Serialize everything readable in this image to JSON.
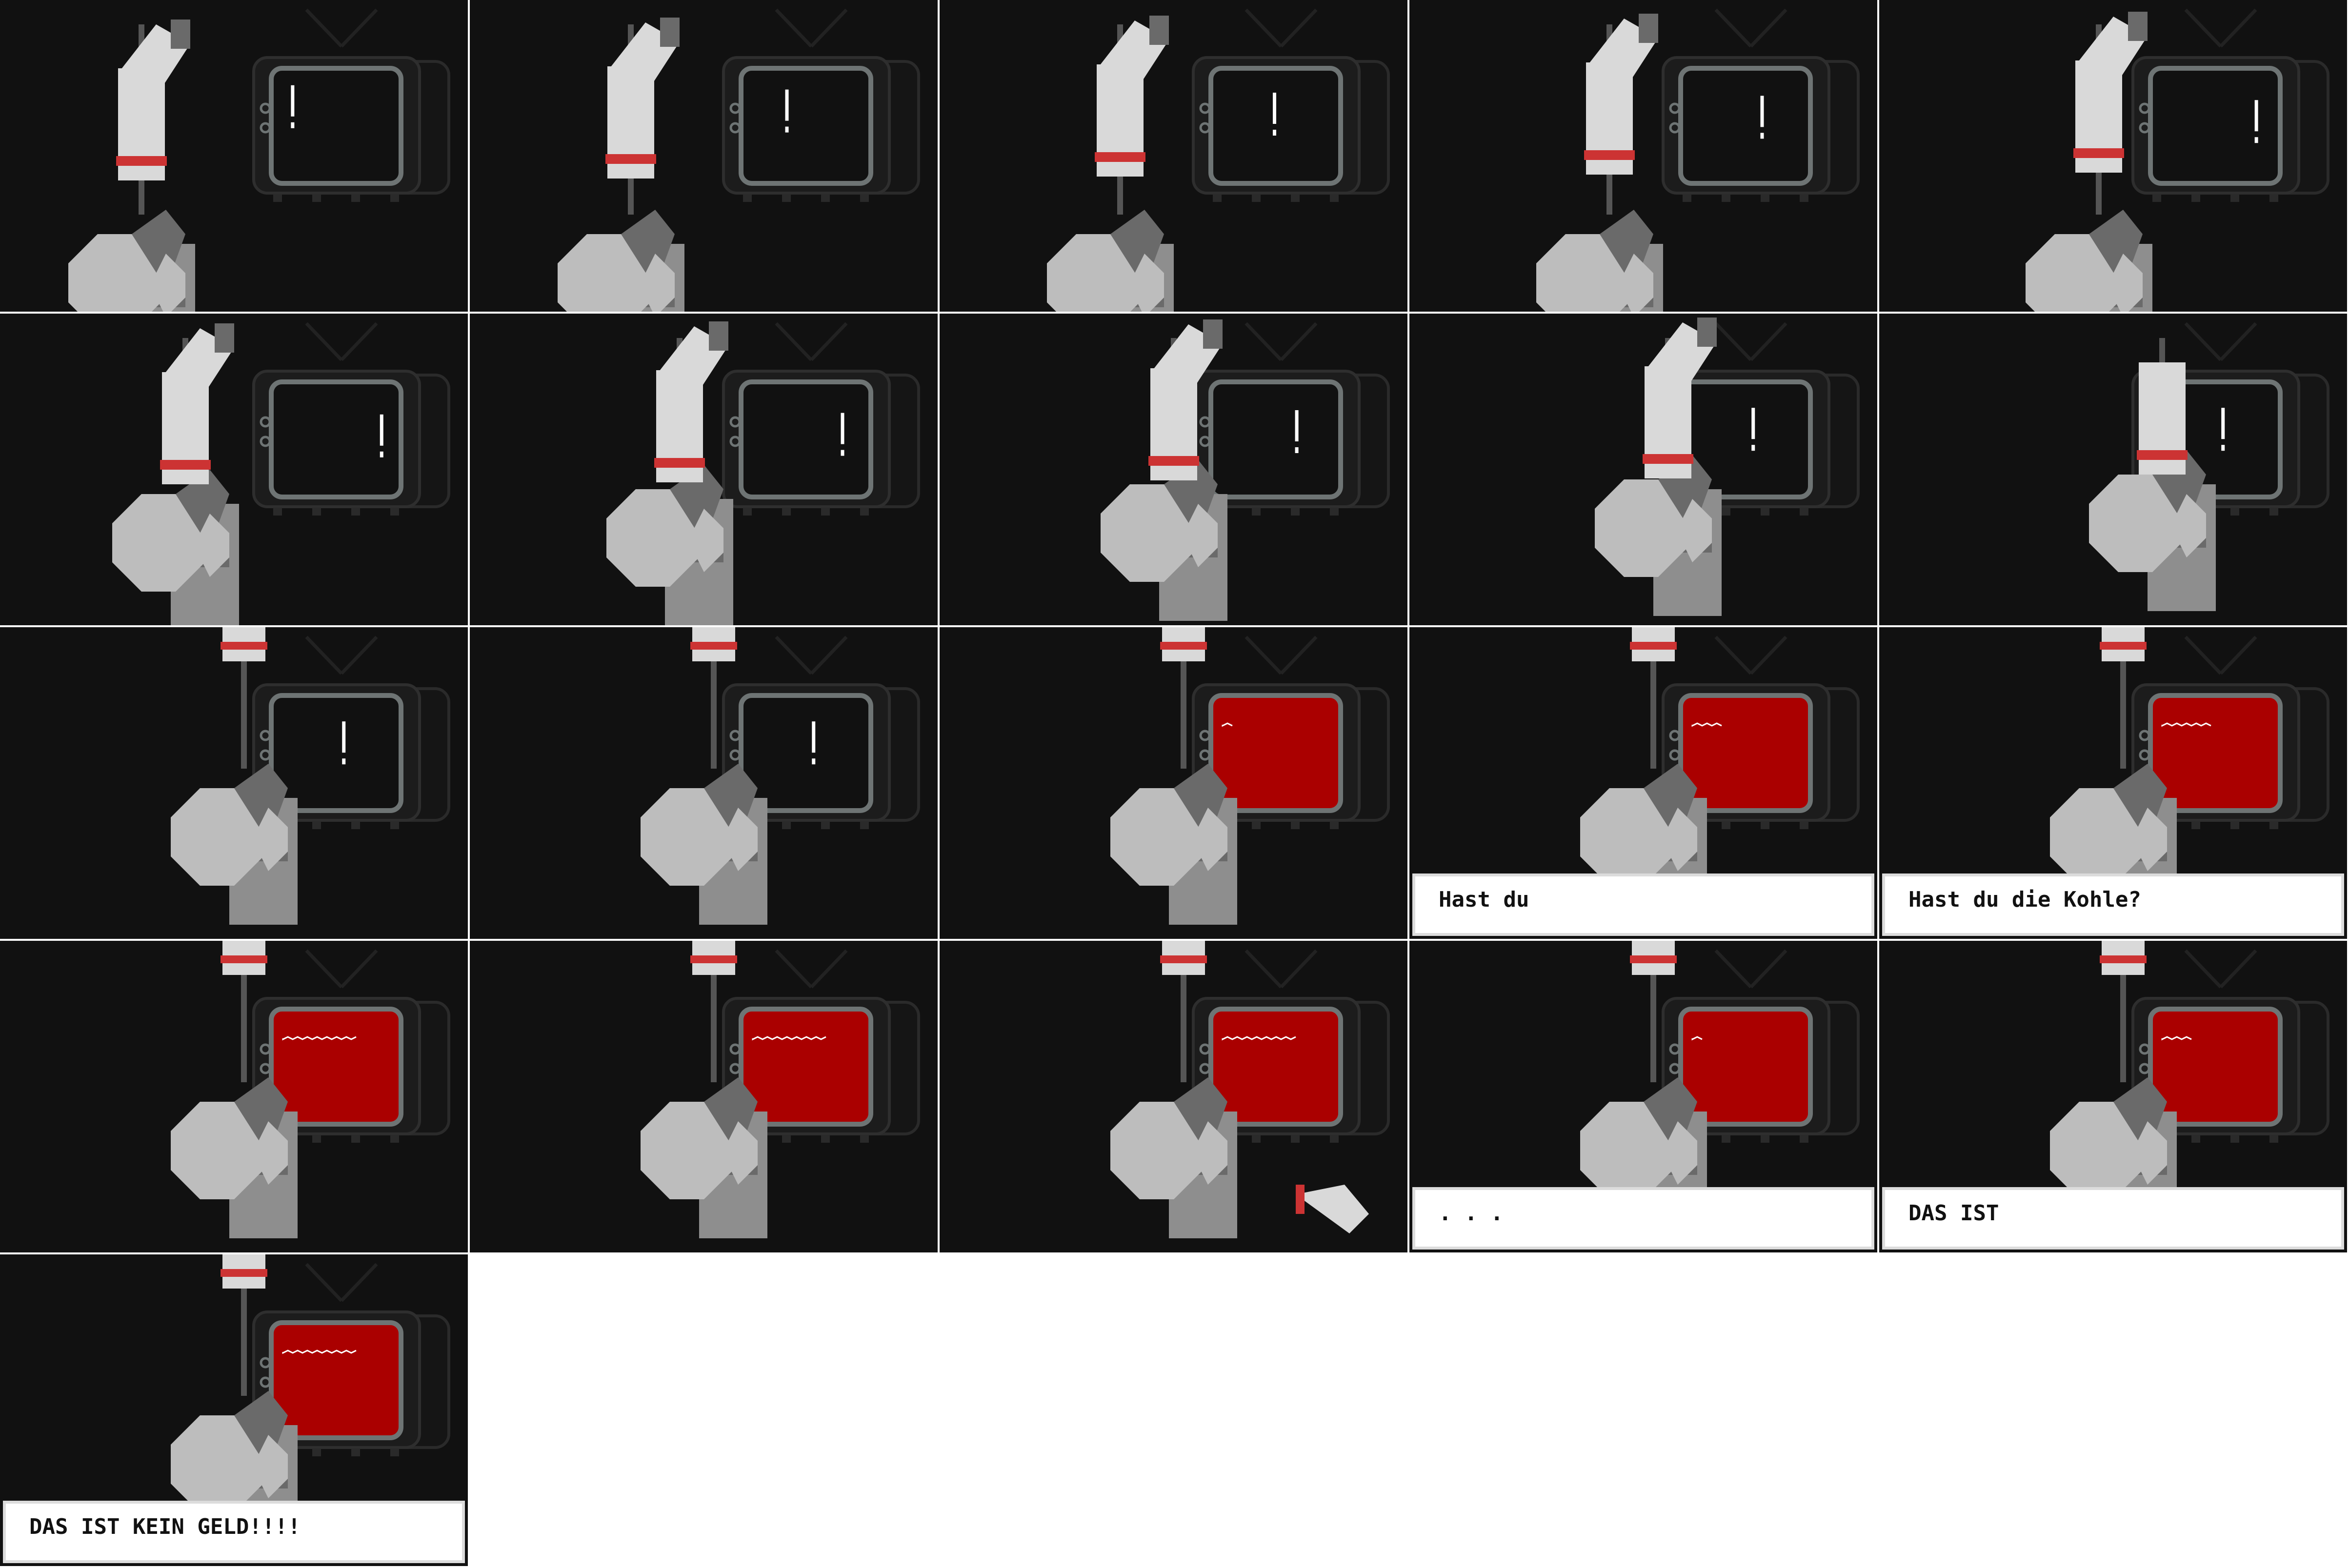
{
  "sheet": {
    "columns": 5,
    "rows": 5,
    "colors": {
      "background": "#111111",
      "tv_body": "#1c1c1c",
      "tv_back": "#151515",
      "tv_frame": "#6e7474",
      "tv_screen_off": "#111111",
      "tv_screen_on": "#aa0000",
      "exclamation": "#ffffff",
      "robot_light": "#bdbdbd",
      "robot_mid": "#8e8e8e",
      "robot_dark": "#6a6a6a",
      "arm_white": "#d9d9d9",
      "stripe_red": "#cc3333",
      "dialog_bg": "#ffffff",
      "dialog_border": "#dcdcdc",
      "dialog_text": "#111111"
    }
  },
  "frames": [
    {
      "screen": "off",
      "exclamation": 0.12,
      "arm": "raised",
      "text": ""
    },
    {
      "screen": "off",
      "exclamation": 0.34,
      "arm": "raised",
      "text": ""
    },
    {
      "screen": "off",
      "exclamation": 0.5,
      "arm": "raised",
      "text": ""
    },
    {
      "screen": "off",
      "exclamation": 0.66,
      "arm": "raised",
      "text": ""
    },
    {
      "screen": "off",
      "exclamation": 0.88,
      "arm": "raised",
      "text": ""
    },
    {
      "screen": "off",
      "exclamation": 0.92,
      "arm": "raised",
      "text": ""
    },
    {
      "screen": "off",
      "exclamation": 0.84,
      "arm": "raised",
      "text": ""
    },
    {
      "screen": "off",
      "exclamation": 0.7,
      "arm": "raised",
      "text": ""
    },
    {
      "screen": "off",
      "exclamation": 0.58,
      "arm": "raised",
      "text": ""
    },
    {
      "screen": "off",
      "exclamation": 0.58,
      "arm": "up",
      "text": ""
    },
    {
      "screen": "off",
      "exclamation": 0.58,
      "arm": "none",
      "text": ""
    },
    {
      "screen": "off",
      "exclamation": 0.58,
      "arm": "none",
      "text": ""
    },
    {
      "screen": "on",
      "wave": 0.0,
      "arm": "none",
      "text": ""
    },
    {
      "screen": "on",
      "wave": 0.25,
      "arm": "none",
      "text": "Hast du"
    },
    {
      "screen": "on",
      "wave": 0.5,
      "arm": "none",
      "text": "Hast du die Kohle?"
    },
    {
      "screen": "on",
      "wave": 0.75,
      "arm": "none",
      "text": ""
    },
    {
      "screen": "on",
      "wave": 0.75,
      "arm": "none",
      "text": ""
    },
    {
      "screen": "on",
      "wave": 0.75,
      "arm": "dropped",
      "text": ""
    },
    {
      "screen": "on",
      "wave": 0.0,
      "arm": "none",
      "text": ". . ."
    },
    {
      "screen": "on",
      "wave": 0.25,
      "arm": "none",
      "text": "DAS IST"
    },
    {
      "screen": "on",
      "wave": 0.75,
      "arm": "none",
      "text": "DAS IST KEIN GELD!!!!"
    }
  ]
}
